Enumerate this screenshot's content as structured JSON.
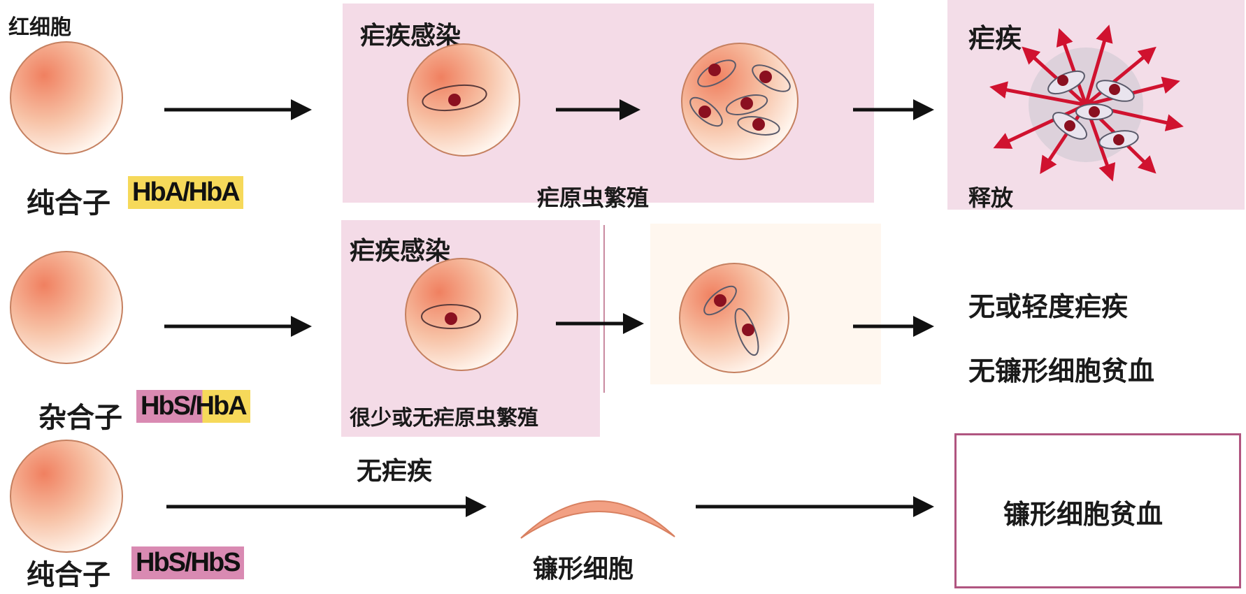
{
  "header": {
    "rbc_label": "红细胞"
  },
  "rows": [
    {
      "genotype_prefix": "纯合子",
      "genotype": "HbA/HbA",
      "infection_label": "疟疾感染",
      "stage_caption": "疟原虫繁殖",
      "outcome_title": "疟疾",
      "outcome_caption": "释放"
    },
    {
      "genotype_prefix": "杂合子",
      "genotype": "HbS/HbA",
      "infection_label": "疟疾感染",
      "stage_caption": "很少或无疟原虫繁殖",
      "outcome_line1": "无或轻度疟疾",
      "outcome_line2": "无镰形细胞贫血"
    },
    {
      "genotype_prefix": "纯合子",
      "genotype": "HbS/HbS",
      "infection_label": "无疟疾",
      "cell_caption": "镰形细胞",
      "outcome": "镰形细胞贫血"
    }
  ],
  "colors": {
    "panel_pink": "#f3d6e4",
    "highlight_yellow": "#f6d95a",
    "highlight_pink": "#d98ab2",
    "parasite": "#8a1020",
    "release_arrow": "#d0122f",
    "outcome_border": "#b05580"
  }
}
